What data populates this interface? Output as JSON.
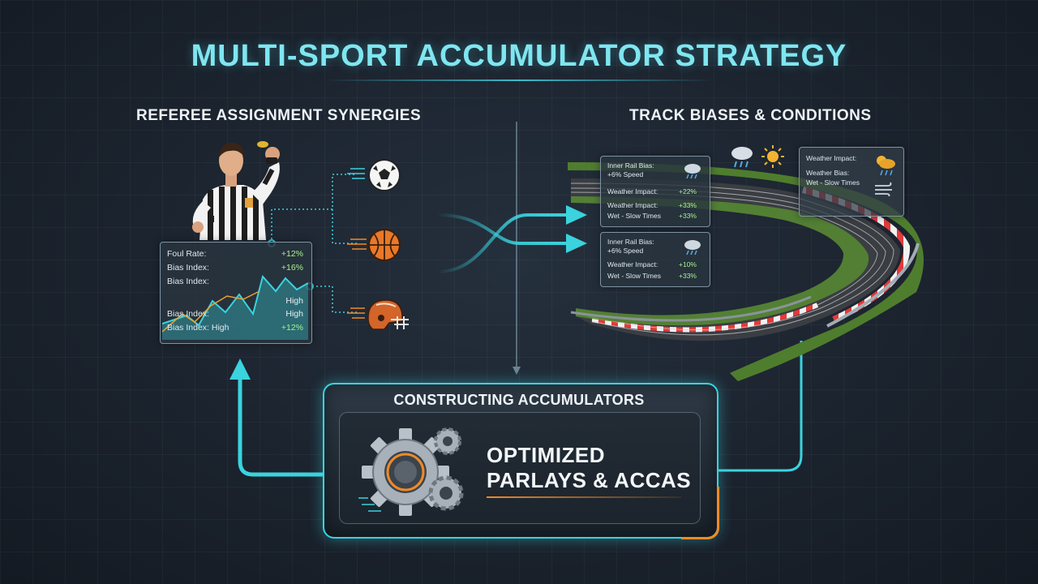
{
  "title": "MULTI-SPORT ACCUMULATOR STRATEGY",
  "referee_section": {
    "heading": "REFEREE ASSIGNMENT SYNERGIES",
    "stats_panel": {
      "rows": [
        {
          "label": "Foul Rate:",
          "value": "+12%"
        },
        {
          "label": "Bias Index:",
          "value": "+16%"
        },
        {
          "label": "Bias Index:",
          "value": ""
        },
        {
          "label": "",
          "value": "High"
        },
        {
          "label": "Bias Index:",
          "value": "High"
        },
        {
          "label": "Bias Index: High",
          "value": "+12%"
        }
      ]
    },
    "sports": [
      "soccer-ball-icon",
      "basketball-icon",
      "football-helmet-icon"
    ]
  },
  "track_section": {
    "heading": "TRACK BIASES & CONDITIONS",
    "panel_1": {
      "rows": [
        {
          "label": "Inner Rail Bias:",
          "value": ""
        },
        {
          "label": "+6% Speed",
          "value": ""
        },
        {
          "label": "Weather Impact:",
          "value": "+22%"
        },
        {
          "label": "Weather Impact:",
          "value": "+33%"
        },
        {
          "label": "Wet - Slow Times",
          "value": "+33%"
        }
      ]
    },
    "panel_2": {
      "rows": [
        {
          "label": "Inner Rail Bias:",
          "value": ""
        },
        {
          "label": "+6% Speed",
          "value": ""
        },
        {
          "label": "Weather Impact:",
          "value": "+10%"
        },
        {
          "label": "Wet - Slow Times",
          "value": "+33%"
        }
      ]
    },
    "panel_3": {
      "rows": [
        {
          "label": "Weather Impact:"
        },
        {
          "label": "Weather Bias:"
        },
        {
          "label": "Wet - Slow Times"
        }
      ]
    },
    "weather_icons": [
      "rain-cloud-icon",
      "sun-icon",
      "sun-cloud-rain-icon",
      "wind-icon"
    ]
  },
  "accumulator": {
    "heading": "CONSTRUCTING ACCUMULATORS",
    "title_line1": "OPTIMIZED",
    "title_line2": "PARLAYS & ACCAS"
  },
  "colors": {
    "accent_cyan": "#3ad3de",
    "title_cyan": "#7fe6f0",
    "accent_orange": "#f08a28",
    "positive_green": "#a6f08e"
  }
}
